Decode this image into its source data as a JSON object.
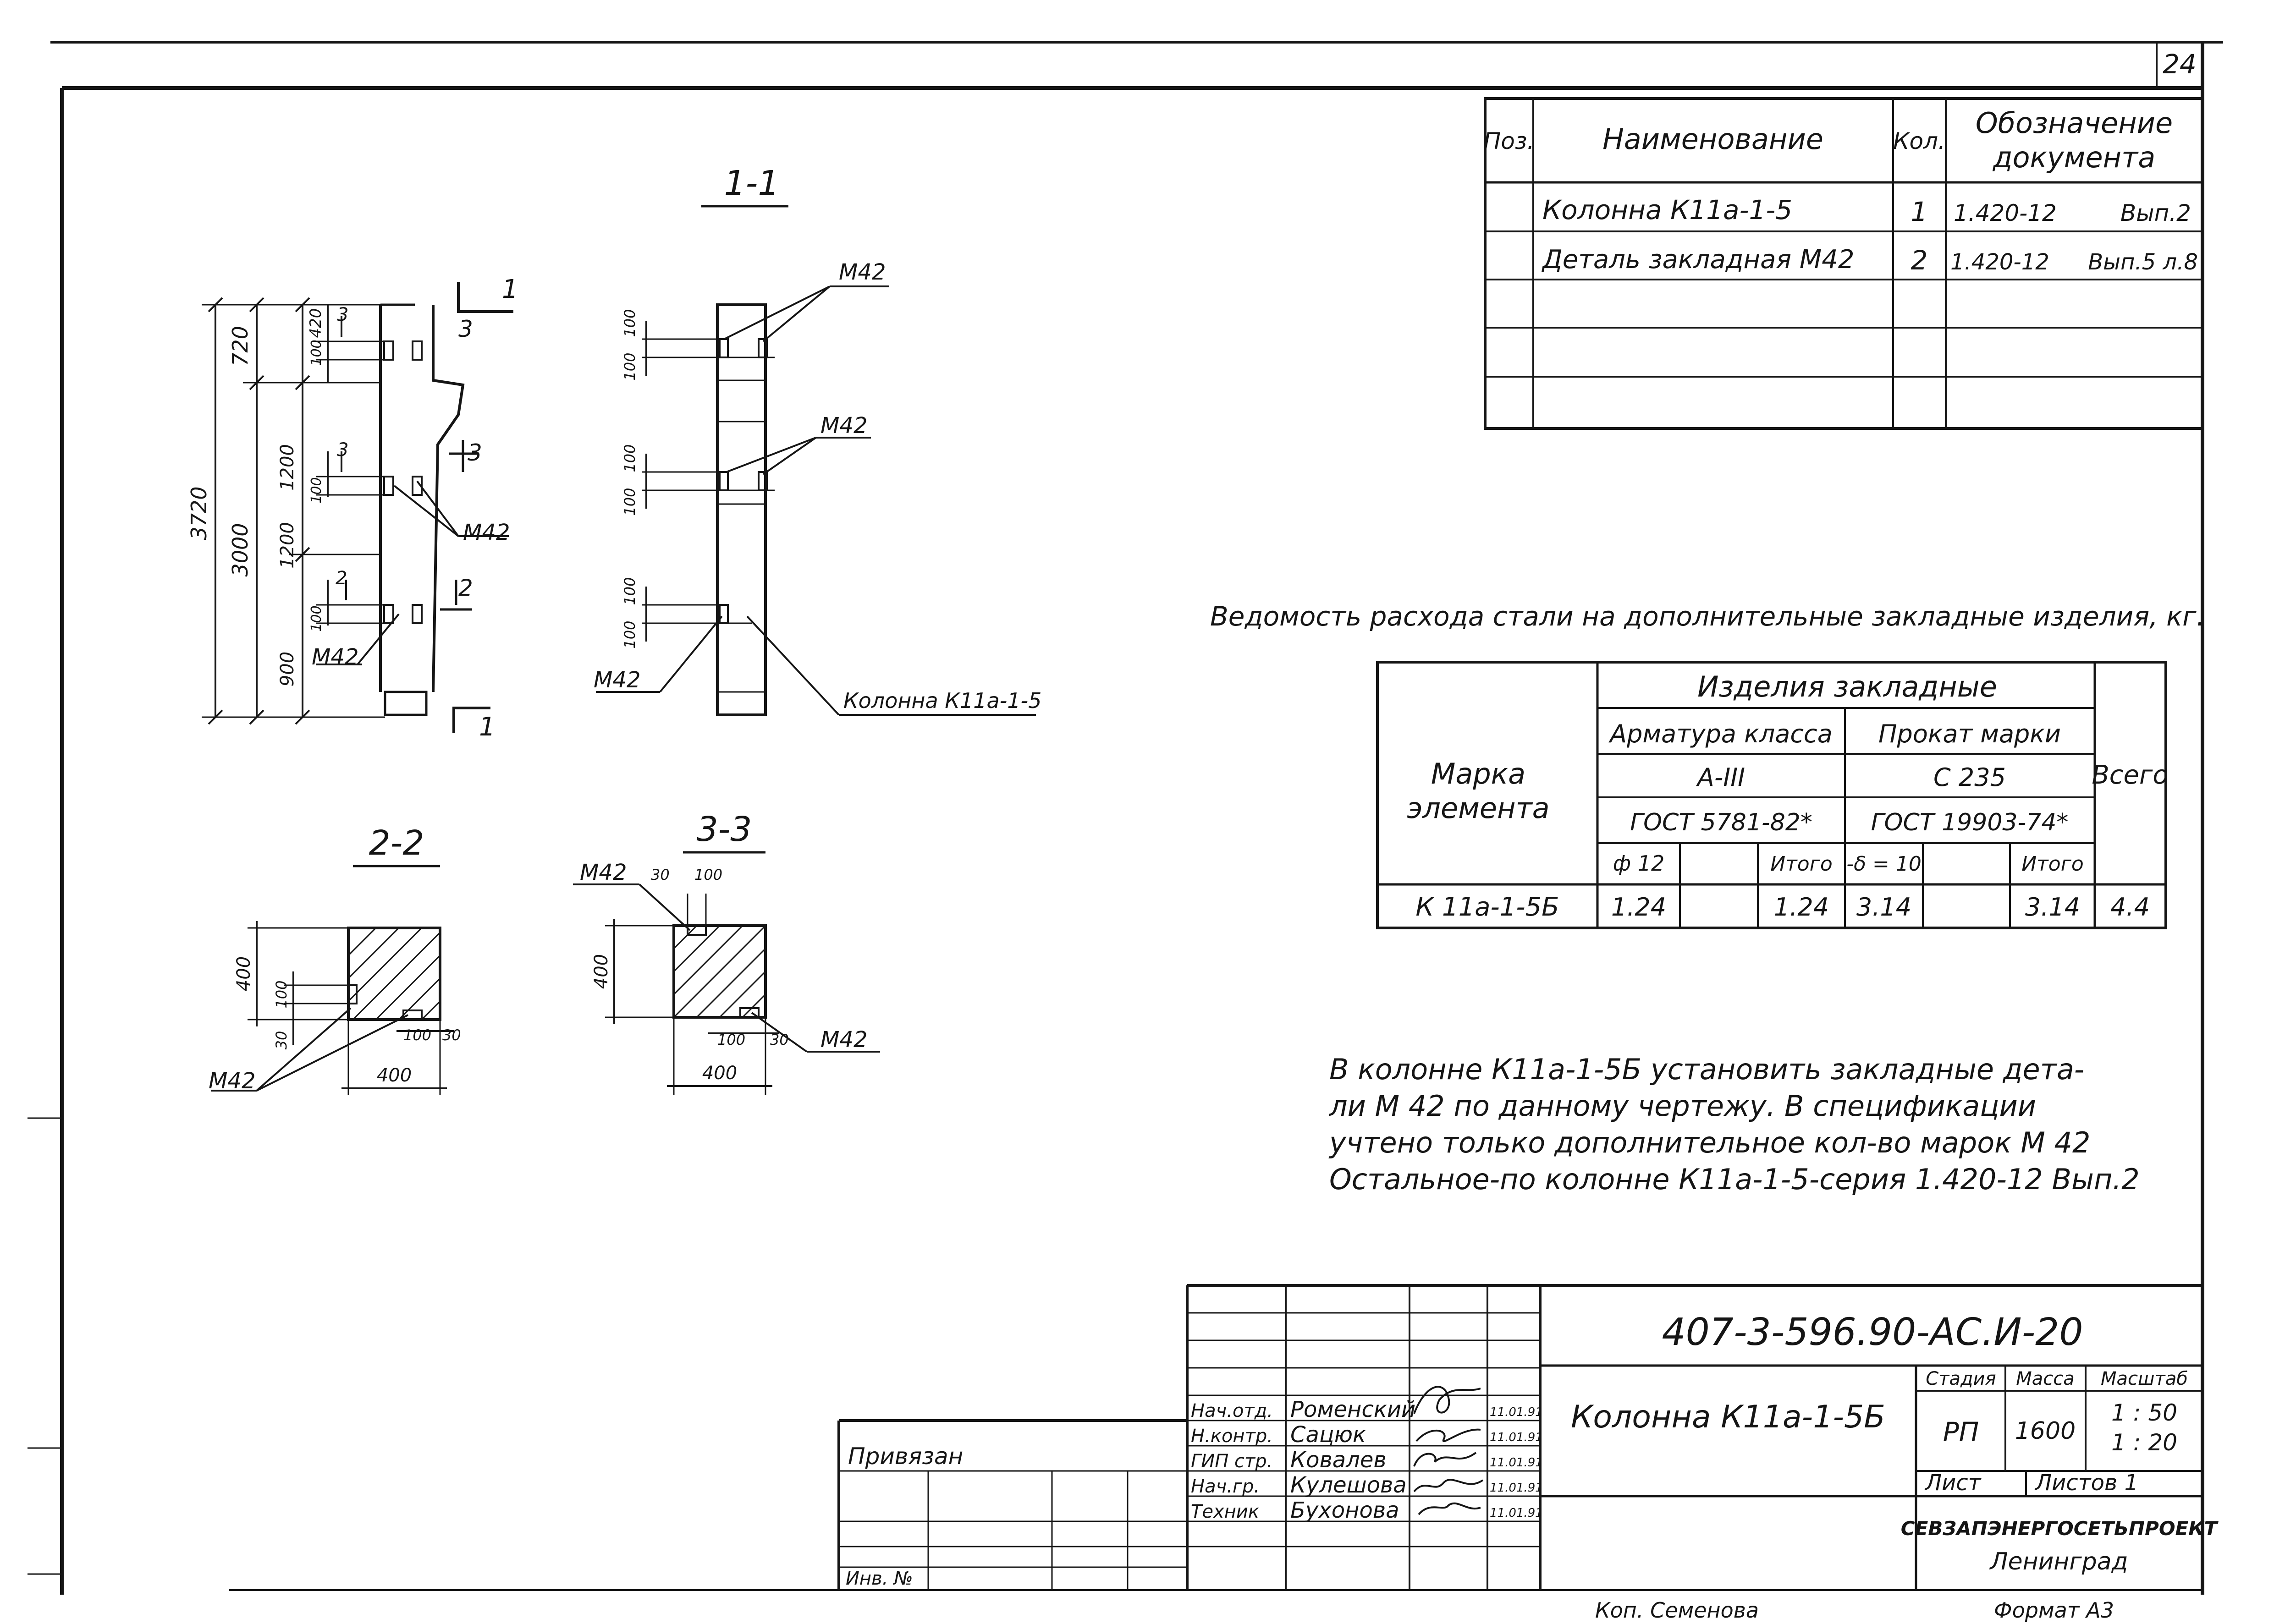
{
  "sheet_number": "24",
  "spec_table": {
    "headers": {
      "pos": "Поз.",
      "name": "Наименование",
      "qty": "Кол.",
      "doc_line1": "Обозначение",
      "doc_line2": "документа"
    },
    "rows": [
      {
        "pos": "",
        "name": "Колонна К11а-1-5",
        "qty": "1",
        "doc": "1.420-12",
        "issue": "Вып.2"
      },
      {
        "pos": "",
        "name": "Деталь закладная М42",
        "qty": "2",
        "doc": "1.420-12",
        "issue": "Вып.5 л.8"
      }
    ]
  },
  "drawing": {
    "section_1_1": "1-1",
    "section_2_2": "2-2",
    "section_3_3": "3-3",
    "section_mark_1": "1",
    "section_mark_2": "2",
    "section_mark_3": "3",
    "part_label": "М42",
    "column_label": "Колонна К11а-1-5",
    "dims": {
      "d3720": "3720",
      "d720": "720",
      "d3000": "3000",
      "d1200": "1200",
      "d900": "900",
      "d420": "420",
      "d100": "100",
      "d400": "400",
      "d30": "30"
    }
  },
  "steel_statement": {
    "title": "Ведомость расхода стали на дополнительные закладные изделия, кг.",
    "col_element_l1": "Марка",
    "col_element_l2": "элемента",
    "group": "Изделия закладные",
    "rebar_label": "Арматура класса",
    "rebar_class": "А-III",
    "rebar_gost": "ГОСТ 5781-82*",
    "rolled_label": "Прокат марки",
    "rolled_grade": "С 235",
    "rolled_gost": "ГОСТ 19903-74*",
    "total_label": "Всего",
    "sub_phi": "ф 12",
    "sub_itogo": "Итого",
    "sub_delta": "-δ = 10",
    "row": {
      "mark": "К 11а-1-5Б",
      "phi": "1.24",
      "itogo1": "1.24",
      "delta": "3.14",
      "itogo2": "3.14",
      "total": "4.4"
    }
  },
  "note_lines": [
    "В колонне К11а-1-5Б установить закладные дета-",
    "ли М 42 по данному чертежу. В спецификации",
    "учтено только дополнительное кол-во марок М 42",
    "Остальное-по колонне К11а-1-5-серия 1.420-12 Вып.2"
  ],
  "title_block": {
    "code": "407-3-596.90-АС.И-20",
    "title": "Колонна К11а-1-5Б",
    "stage_label": "Стадия",
    "mass_label": "Масса",
    "scale_label": "Масштаб",
    "stage": "РП",
    "mass": "1600",
    "scale1": "1 : 50",
    "scale2": "1 : 20",
    "sheet_label": "Лист",
    "sheets_label": "Листов 1",
    "org": "СЕВЗАПЭНЕРГОСЕТЬПРОЕКТ",
    "city": "Ленинград",
    "privyazan": "Привязан",
    "inv": "Инв. №",
    "copied": "Коп. Семенова",
    "format": "Формат А3",
    "people": [
      {
        "role": "Нач.отд.",
        "name": "Роменский",
        "date": "11.01.91"
      },
      {
        "role": "Н.контр.",
        "name": "Сацюк",
        "date": "11.01.91"
      },
      {
        "role": "ГИП стр.",
        "name": "Ковалев",
        "date": "11.01.91"
      },
      {
        "role": "Нач.гр.",
        "name": "Кулешова",
        "date": "11.01.91"
      },
      {
        "role": "Техник",
        "name": "Бухонова",
        "date": "11.01.91"
      }
    ]
  }
}
